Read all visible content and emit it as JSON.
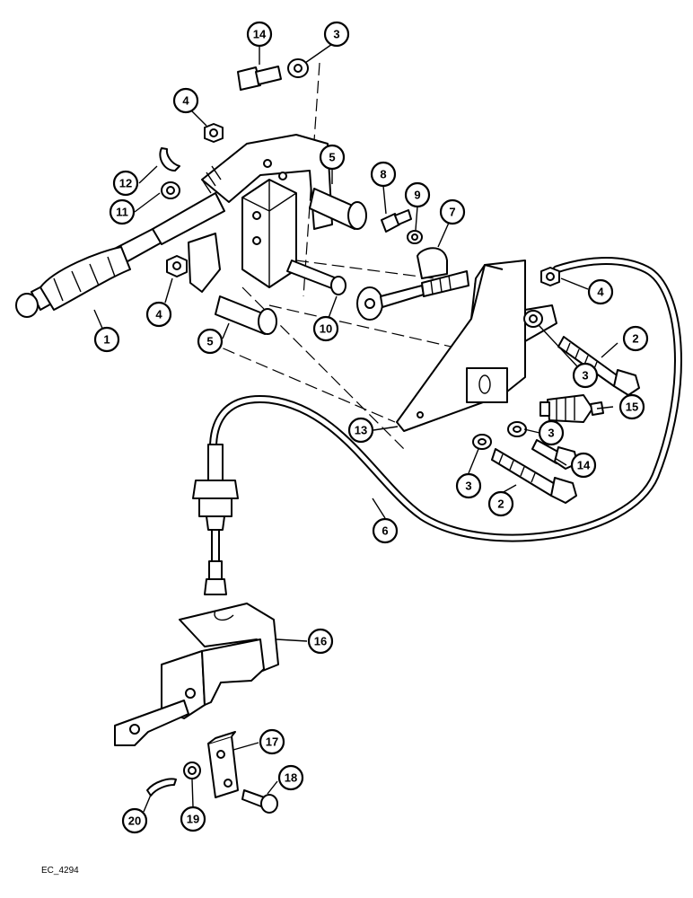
{
  "drawing_code": "EC_4294",
  "callouts": [
    {
      "id": "c14a",
      "label": "14"
    },
    {
      "id": "c3a",
      "label": "3"
    },
    {
      "id": "c4a",
      "label": "4"
    },
    {
      "id": "c12",
      "label": "12"
    },
    {
      "id": "c11",
      "label": "11"
    },
    {
      "id": "c5a",
      "label": "5"
    },
    {
      "id": "c8",
      "label": "8"
    },
    {
      "id": "c9",
      "label": "9"
    },
    {
      "id": "c7",
      "label": "7"
    },
    {
      "id": "c4b",
      "label": "4"
    },
    {
      "id": "c4c",
      "label": "4"
    },
    {
      "id": "c1",
      "label": "1"
    },
    {
      "id": "c5b",
      "label": "5"
    },
    {
      "id": "c10",
      "label": "10"
    },
    {
      "id": "c2a",
      "label": "2"
    },
    {
      "id": "c3b",
      "label": "3"
    },
    {
      "id": "c15",
      "label": "15"
    },
    {
      "id": "c13",
      "label": "13"
    },
    {
      "id": "c3c",
      "label": "3"
    },
    {
      "id": "c14b",
      "label": "14"
    },
    {
      "id": "c3d",
      "label": "3"
    },
    {
      "id": "c2b",
      "label": "2"
    },
    {
      "id": "c6",
      "label": "6"
    },
    {
      "id": "c16",
      "label": "16"
    },
    {
      "id": "c17",
      "label": "17"
    },
    {
      "id": "c18",
      "label": "18"
    },
    {
      "id": "c19",
      "label": "19"
    },
    {
      "id": "c20",
      "label": "20"
    }
  ]
}
